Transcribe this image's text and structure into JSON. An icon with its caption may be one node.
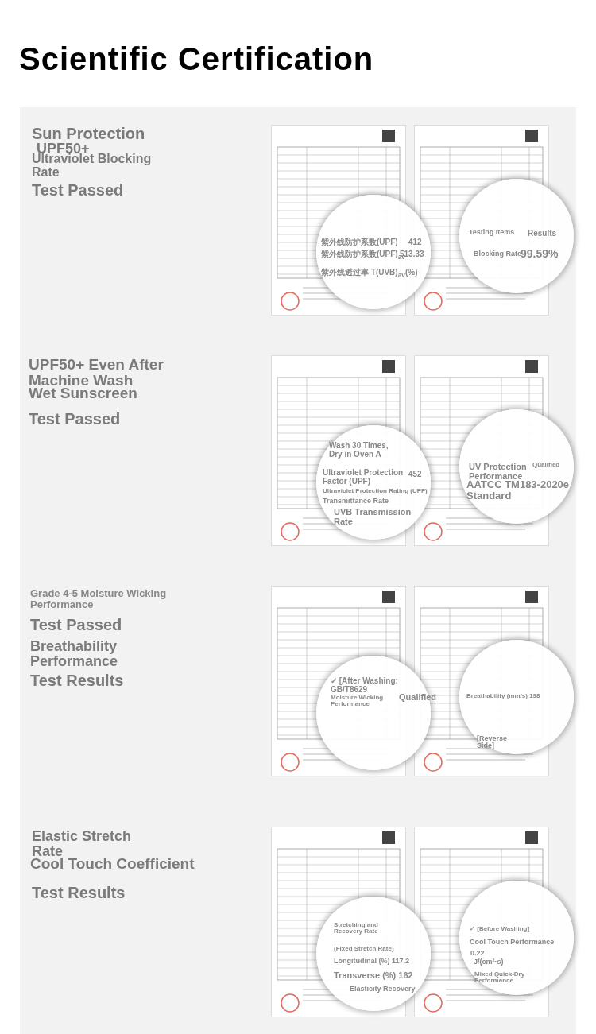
{
  "diagram": {
    "title": "Scientific Certification",
    "labels": [
      "Sun Protection",
      "UPF50+",
      "Ultraviolet Blocking Rate",
      "Test Passed",
      "紫外线防护系数(UPF)",
      "412",
      "紫外线防护系数(UPF)$_{av}$",
      "513.33",
      "紫外线透过率 T(UVB)$_{av}$(%)",
      "Testing Items",
      "Results",
      "Blocking Rate",
      "99.59%",
      "UPF50+ Even After Machine Wash",
      "Wet Sunscreen",
      "Test Passed",
      "Wash 30 Times, Dry in Oven A",
      "Ultraviolet Protection Factor (UPF)",
      "452",
      "Ultraviolet Protection Rating (UPF)",
      "Transmittance Rate",
      "UVB Transmission Rate",
      "UV Protection Performance",
      "Qualified",
      "AATCC TM183-2020e Standard",
      "Grade 4-5 Moisture Wicking Performance",
      "Test Passed",
      "Breathability Performance",
      "Test Results",
      "✓ [After Washing: GB/T8629",
      "Moisture Wicking Performance",
      "Qualified",
      "Breathability (mm/s) 198",
      "[Reverse Side]",
      "Elastic Stretch Rate",
      "Cool Touch Coefficient",
      "Test Results",
      "Stretching and Recovery Rate",
      "(Fixed Stretch Rate)",
      "Longitudinal (%) 117.2",
      "Transverse (%) 162",
      "Elasticity Recovery",
      "✓ [Before Washing]",
      "Cool Touch Performance",
      "0.22",
      "J/(cm²·s)",
      "Mixed Quick-Dry Performance"
    ]
  }
}
